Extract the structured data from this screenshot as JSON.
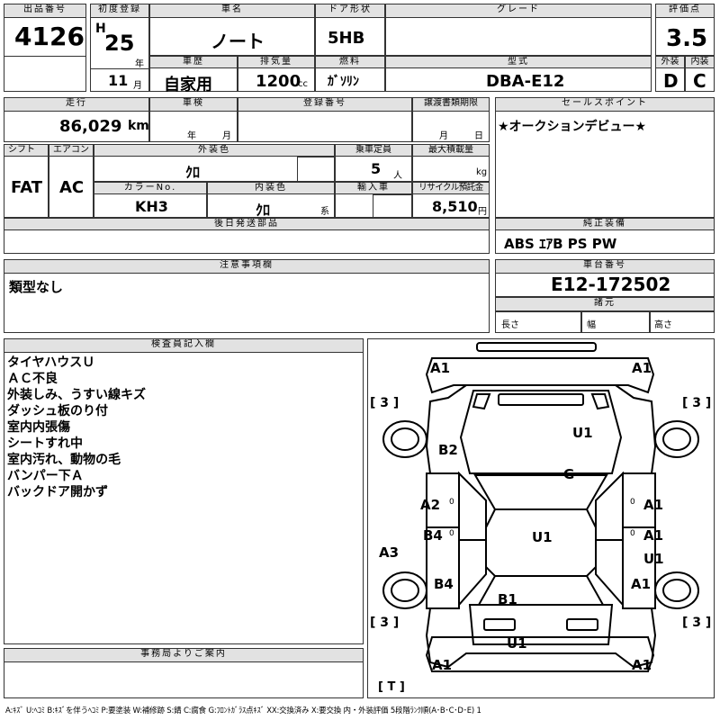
{
  "header": {
    "lot_no_label": "出品番号",
    "lot_no": "4126",
    "first_reg_label": "初度登録",
    "era": "H",
    "year": "25",
    "year_unit": "年",
    "month": "11",
    "month_unit": "月",
    "car_name_label": "車名",
    "car_name": "ノート",
    "door_label": "ドア形状",
    "door": "5HB",
    "grade_label": "グレード",
    "grade": "",
    "score_label": "評価点",
    "score": "3.5",
    "history_label": "車歴",
    "history": "自家用",
    "displacement_label": "排気量",
    "displacement": "1200",
    "displacement_unit": "cc",
    "fuel_label": "燃料",
    "fuel": "ｶﾞｿﾘﾝ",
    "model_label": "型式",
    "model": "DBA-E12",
    "exterior_label": "外装",
    "exterior_score": "D",
    "interior_label": "内装",
    "interior_score": "C"
  },
  "row2": {
    "mileage_label": "走行",
    "mileage": "86,029",
    "mileage_unit": "km",
    "inspection_label": "車検",
    "inspection_year_unit": "年",
    "inspection_month_unit": "月",
    "reg_no_label": "登録番号",
    "transfer_label": "譲渡書類期限",
    "transfer_month": "月",
    "transfer_day": "日",
    "sales_point_label": "セールスポイント",
    "sales_point": "★オークションデビュー★"
  },
  "row3": {
    "shift_label": "シフト",
    "shift": "FAT",
    "ac_label": "エアコン",
    "ac": "AC",
    "ext_color_label": "外装色",
    "ext_color": "ｸﾛ",
    "capacity_label": "乗車定員",
    "capacity": "5",
    "capacity_unit": "人",
    "max_load_label": "最大積載量",
    "max_load_unit": "kg",
    "color_no_label": "カラーNo.",
    "color_no": "KH3",
    "int_color_label": "内装色",
    "int_color": "ｸﾛ",
    "int_color_unit": "系",
    "import_label": "輸入車",
    "recycle_label": "リサイクル預託金",
    "recycle": "8,510",
    "recycle_unit": "円",
    "later_parts_label": "後日発送部品",
    "equipment_label": "純正装備",
    "equipment": "ABS ｴｱB PS PW"
  },
  "caution": {
    "label": "注意事項欄",
    "text": "類型なし",
    "chassis_label": "車台番号",
    "chassis": "E12-172502",
    "specs_label": "諸元",
    "length_label": "長さ",
    "width_label": "幅",
    "height_label": "高さ"
  },
  "inspector": {
    "label": "検査員記入欄",
    "notes": [
      "タイヤハウスＵ",
      "ＡＣ不良",
      "外装しみ、うすい線キズ",
      "ダッシュ板のり付",
      "室内内張傷",
      "シートすれ中",
      "室内汚れ、動物の毛",
      "バンパー下Ａ",
      "バックドア開かず"
    ]
  },
  "office": {
    "label": "事務局よりご案内"
  },
  "diagram": {
    "tire_marks": [
      "[ 3 ]",
      "[ 3 ]",
      "[ 3 ]",
      "[ 3 ]"
    ],
    "spare_mark": "[ T ]",
    "damage_labels": [
      "A1",
      "A1",
      "U1",
      "B2",
      "G",
      "A2",
      "A1",
      "B4",
      "U1",
      "A1",
      "U1",
      "A3",
      "B4",
      "A1",
      "B1",
      "U1",
      "A1",
      "A1"
    ],
    "zero_mark": "0"
  },
  "legend": "A:ｷｽﾞ U:ﾍｺﾐ B:ｷｽﾞを伴うﾍｺﾐ P:要塗装 W:補修跡 S:錆 C:腐食 G:ﾌﾛﾝﾄｶﾞﾗｽ点ｷｽﾞ XX:交換済み X:要交換 内・外装評価 5段階ﾗﾝｸ順(A･B･C･D･E) 1"
}
